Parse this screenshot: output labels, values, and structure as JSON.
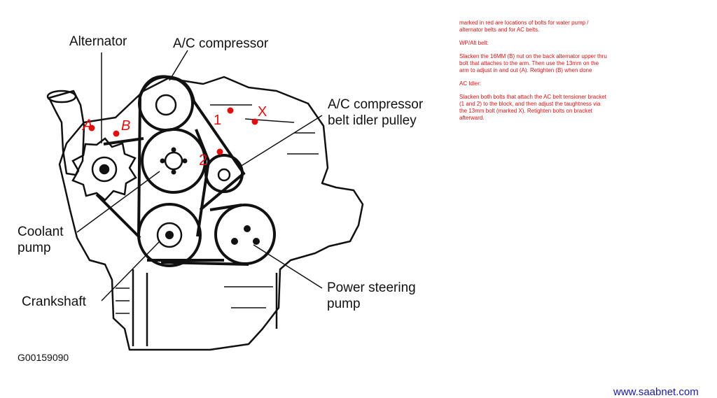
{
  "labels": {
    "alternator": "Alternator",
    "ac_compressor": "A/C compressor",
    "ac_idler": "A/C compressor\nbelt idler pulley",
    "coolant_pump": "Coolant\npump",
    "crankshaft": "Crankshaft",
    "power_steering": "Power steering\npump",
    "code": "G00159090"
  },
  "markers": {
    "a": "A",
    "b": "B",
    "one": "1",
    "two": "2",
    "x": "X"
  },
  "notes": {
    "intro": "marked in red are locations of bolts for water pump / alternator belts and for AC belts.",
    "wp_title": "WP/Alt belt:",
    "wp_text": "Slacken the 16MM (B) nut on the back alternator upper thru bolt that attaches to the arm. Then use the 13mm on the arm to adjust in and out (A). Retighten (B) when done",
    "ac_title": "AC Idler:",
    "ac_text": "Slacken both bolts that attach the AC belt tensioner bracket (1 and 2) to the block, and then adjust the taughtness via the 13mm bolt (marked X). Retighten bolts on bracket afterward."
  },
  "site": "www.saabnet.com",
  "colors": {
    "annotation": "#e01010",
    "link": "#1a1aa8",
    "ink": "#111111"
  }
}
